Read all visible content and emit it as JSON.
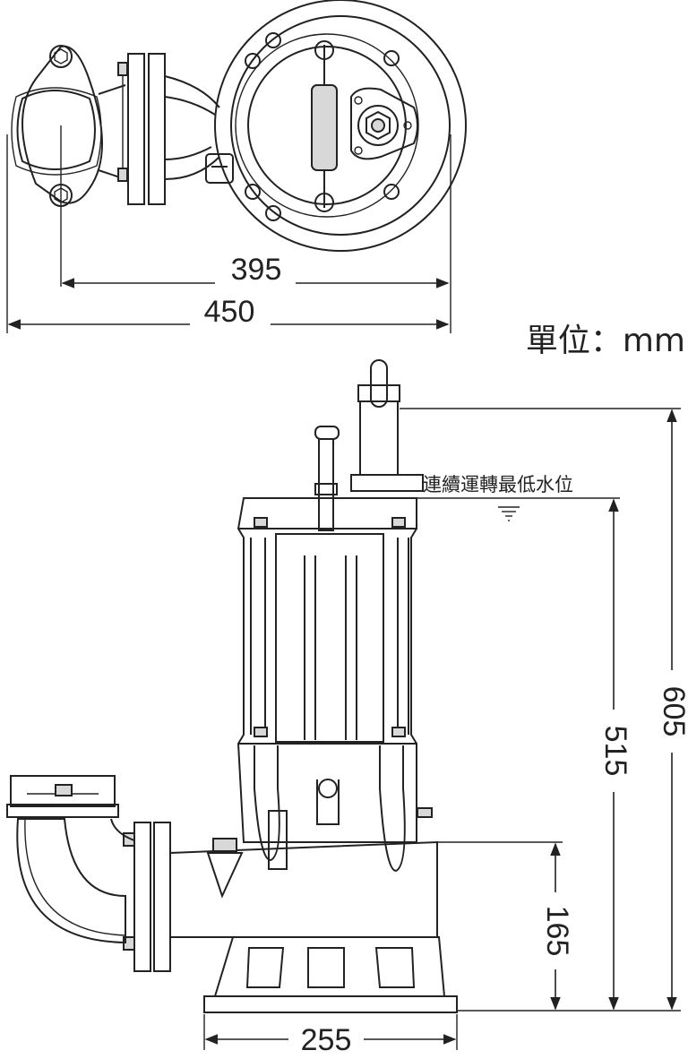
{
  "unit_label": "單位：mm",
  "water_level_label": "連續運轉最低水位",
  "dimensions": {
    "top_outlet_to_body": "395",
    "top_overall_width": "450",
    "base_width": "255",
    "total_height": "605",
    "min_water_level_height": "515",
    "outlet_center_height": "165"
  }
}
